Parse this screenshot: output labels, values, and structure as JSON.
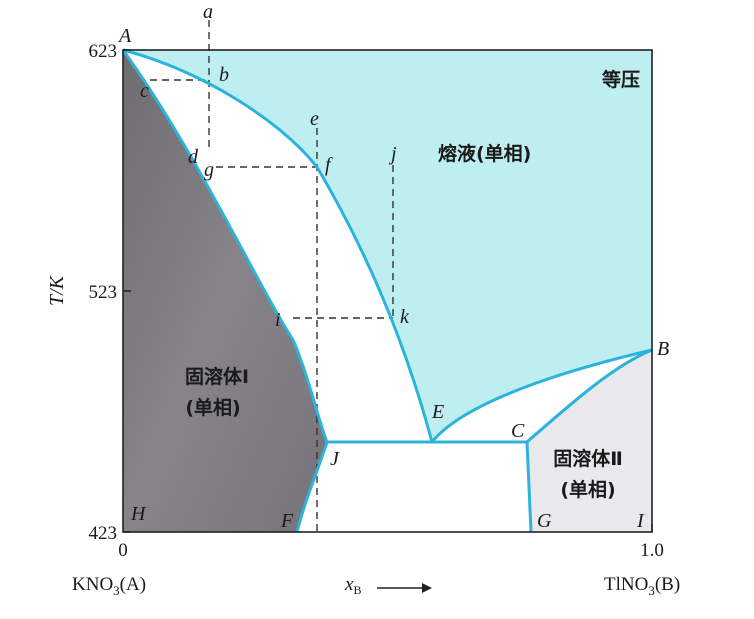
{
  "axes": {
    "y_label": "T/K",
    "y_ticks": [
      "623",
      "523",
      "423"
    ],
    "x_ticks": [
      "0",
      "1.0"
    ],
    "x_label": "x",
    "x_label_sub": "B",
    "left_component": "KNO",
    "left_component_sub": "3",
    "left_component_tail": "(A)",
    "right_component": "TlNO",
    "right_component_sub": "3",
    "right_component_tail": "(B)"
  },
  "regions": {
    "liquid": "熔液(单相)",
    "solid1_line1": "固溶体Ⅰ",
    "solid1_line2": "(单相)",
    "solid2_line1": "固溶体Ⅱ",
    "solid2_line2": "(单相)",
    "pressure": "等压"
  },
  "points": {
    "A": "A",
    "B": "B",
    "C": "C",
    "E": "E",
    "F": "F",
    "G": "G",
    "H": "H",
    "I": "I",
    "J": "J",
    "a": "a",
    "b": "b",
    "c": "c",
    "d": "d",
    "e": "e",
    "f": "f",
    "g": "g",
    "i": "i",
    "j": "j",
    "k": "k"
  },
  "colors": {
    "liquid": "#bfeef0",
    "solid1": "#7e7b81",
    "solid2": "#e9e8ed",
    "curve": "#2bb3dc",
    "frame": "#222222"
  }
}
